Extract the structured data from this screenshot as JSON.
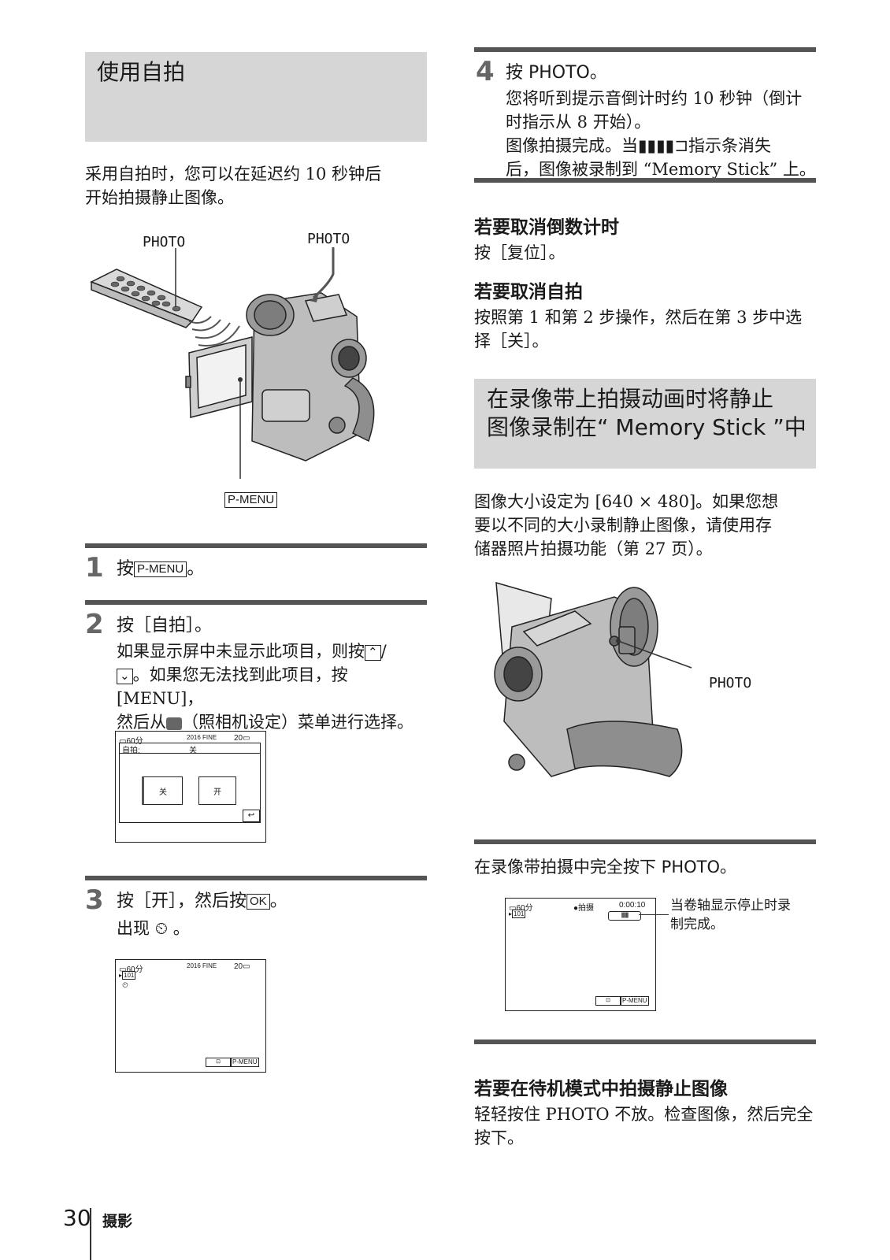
{
  "left": {
    "section_title": "使用自拍",
    "intro": [
      "采用自拍时，您可以在延迟约 10 秒钟后",
      "开始拍摄静止图像。"
    ],
    "fig1": {
      "label_photo_left": "PHOTO",
      "label_photo_right": "PHOTO",
      "label_pmenu": "P-MENU"
    },
    "step1": {
      "num": "1",
      "prefix": "按",
      "btn": "P-MENU",
      "suffix": "。"
    },
    "step2": {
      "num": "2",
      "title": "按［自拍］。",
      "lines": [
        "如果显示屏中未显示此项目，则按",
        "。如果您无法找到此项目，按 [MENU]，",
        "然后从",
        "（照相机设定）菜单进行选择。"
      ]
    },
    "lcd1": {
      "battery": "60分",
      "quality": "2016 FINE",
      "count": "20",
      "row_label": "自拍:",
      "row_value": "关",
      "btn_off": "关",
      "btn_on": "开"
    },
    "step3": {
      "num": "3",
      "title_prefix": "按［开］，然后按",
      "title_btn": "OK",
      "title_suffix": "。",
      "line": "出现",
      "line_suffix": "。"
    },
    "lcd2": {
      "battery": "60分",
      "quality": "2016 FINE",
      "count": "20",
      "folder": "101",
      "btn_pmenu": "P-MENU"
    }
  },
  "right": {
    "step4": {
      "num": "4",
      "title": "按 PHOTO。",
      "lines": [
        "您将听到提示音倒计时约 10 秒钟（倒计",
        "时指示从 8 开始）。",
        "图像拍摄完成。当",
        "指示条消失",
        "后，图像被录制到 “Memory Stick” 上。"
      ]
    },
    "cancel_countdown": {
      "title": "若要取消倒数计时",
      "text": "按［复位］。"
    },
    "cancel_self": {
      "title": "若要取消自拍",
      "lines": [
        "按照第 1 和第 2 步操作，然后在第 3 步中选",
        "择［关］。"
      ]
    },
    "section2_title": [
      "在录像带上拍摄动画时将静止",
      "图像录制在“ Memory Stick ”中"
    ],
    "section2_text": [
      "图像大小设定为 [640 × 480]。如果您想",
      "要以不同的大小录制静止图像，请使用存",
      "储器照片拍摄功能（第 27 页）。"
    ],
    "fig2": {
      "label_photo": "PHOTO"
    },
    "tape_step": "在录像带拍摄中完全按下 PHOTO。",
    "lcd3": {
      "battery": "60分",
      "folder": "101",
      "status": "●拍摄",
      "time": "0:00:10",
      "btn_pmenu": "P-MENU",
      "note": [
        "当卷轴显示停止时录",
        "制完成。"
      ]
    },
    "standby": {
      "title": "若要在待机模式中拍摄静止图像",
      "lines": [
        "轻轻按住 PHOTO 不放。检查图像，然后完全",
        "按下。"
      ]
    }
  },
  "footer": {
    "page_number": "30",
    "chapter": "摄影"
  }
}
